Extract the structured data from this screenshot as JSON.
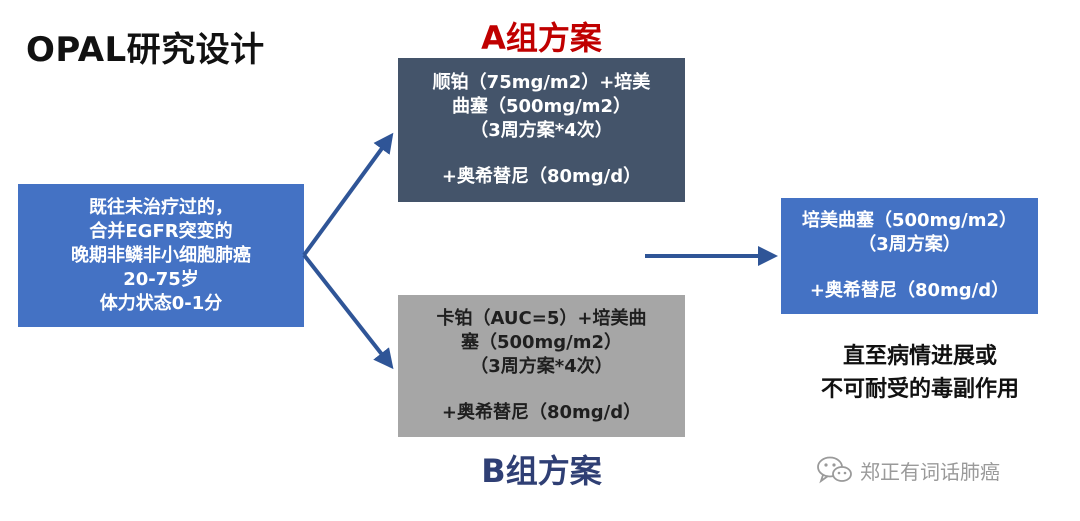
{
  "title": "OPAL研究设计",
  "colors": {
    "group_a_label": "#c00000",
    "group_b_label": "#2f3f74",
    "patient_box": "#4472c4",
    "arm_a_box": "#44546a",
    "arm_b_box": "#a6a6a6",
    "maintenance_box": "#4472c4",
    "arrow": "#2f5597"
  },
  "patient_box": {
    "lines": [
      "既往未治疗过的，",
      "合并EGFR突变的",
      "晚期非鳞非小细胞肺癌",
      "20-75岁",
      "体力状态0-1分"
    ]
  },
  "group_a": {
    "label": "A组方案",
    "lines": [
      "顺铂（75mg/m2）+培美",
      "曲塞（500mg/m2）",
      "（3周方案*4次）"
    ],
    "drug": "+奥希替尼（80mg/d）"
  },
  "group_b": {
    "label": "B组方案",
    "lines": [
      "卡铂（AUC=5）+培美曲",
      "塞（500mg/m2）",
      "（3周方案*4次）"
    ],
    "drug": "+奥希替尼（80mg/d）"
  },
  "maintenance": {
    "lines": [
      "培美曲塞（500mg/m2）",
      "（3周方案）"
    ],
    "drug": "+奥希替尼（80mg/d）"
  },
  "until_text": [
    "直至病情进展或",
    "不可耐受的毒副作用"
  ],
  "watermark": {
    "icon": "wechat-icon",
    "text": "郑正有词话肺癌"
  }
}
